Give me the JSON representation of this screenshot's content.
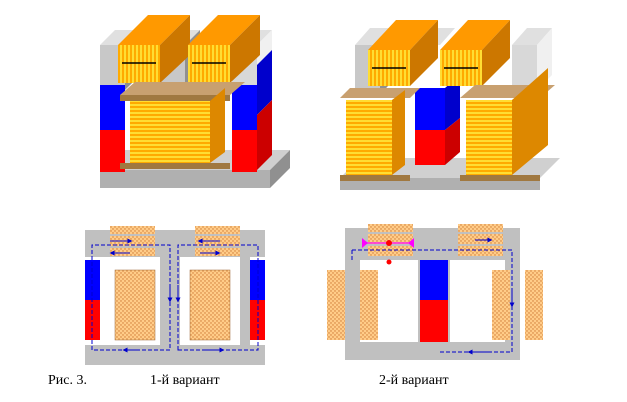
{
  "caption": {
    "figure_label": "Рис. 3.",
    "variant_1": "1-й вариант",
    "variant_2": "2-й вариант"
  },
  "colors": {
    "core_gray": "#c0c0c0",
    "core_gray_dark": "#808080",
    "magnet_blue": "#0000ff",
    "magnet_red": "#ff0000",
    "coil_orange": "#ff9900",
    "coil_stripe": "#ffcc00",
    "plate_tan": "#c8a070",
    "flux_arrow": "#0000cc",
    "flux_marker": "#ff00ff"
  }
}
